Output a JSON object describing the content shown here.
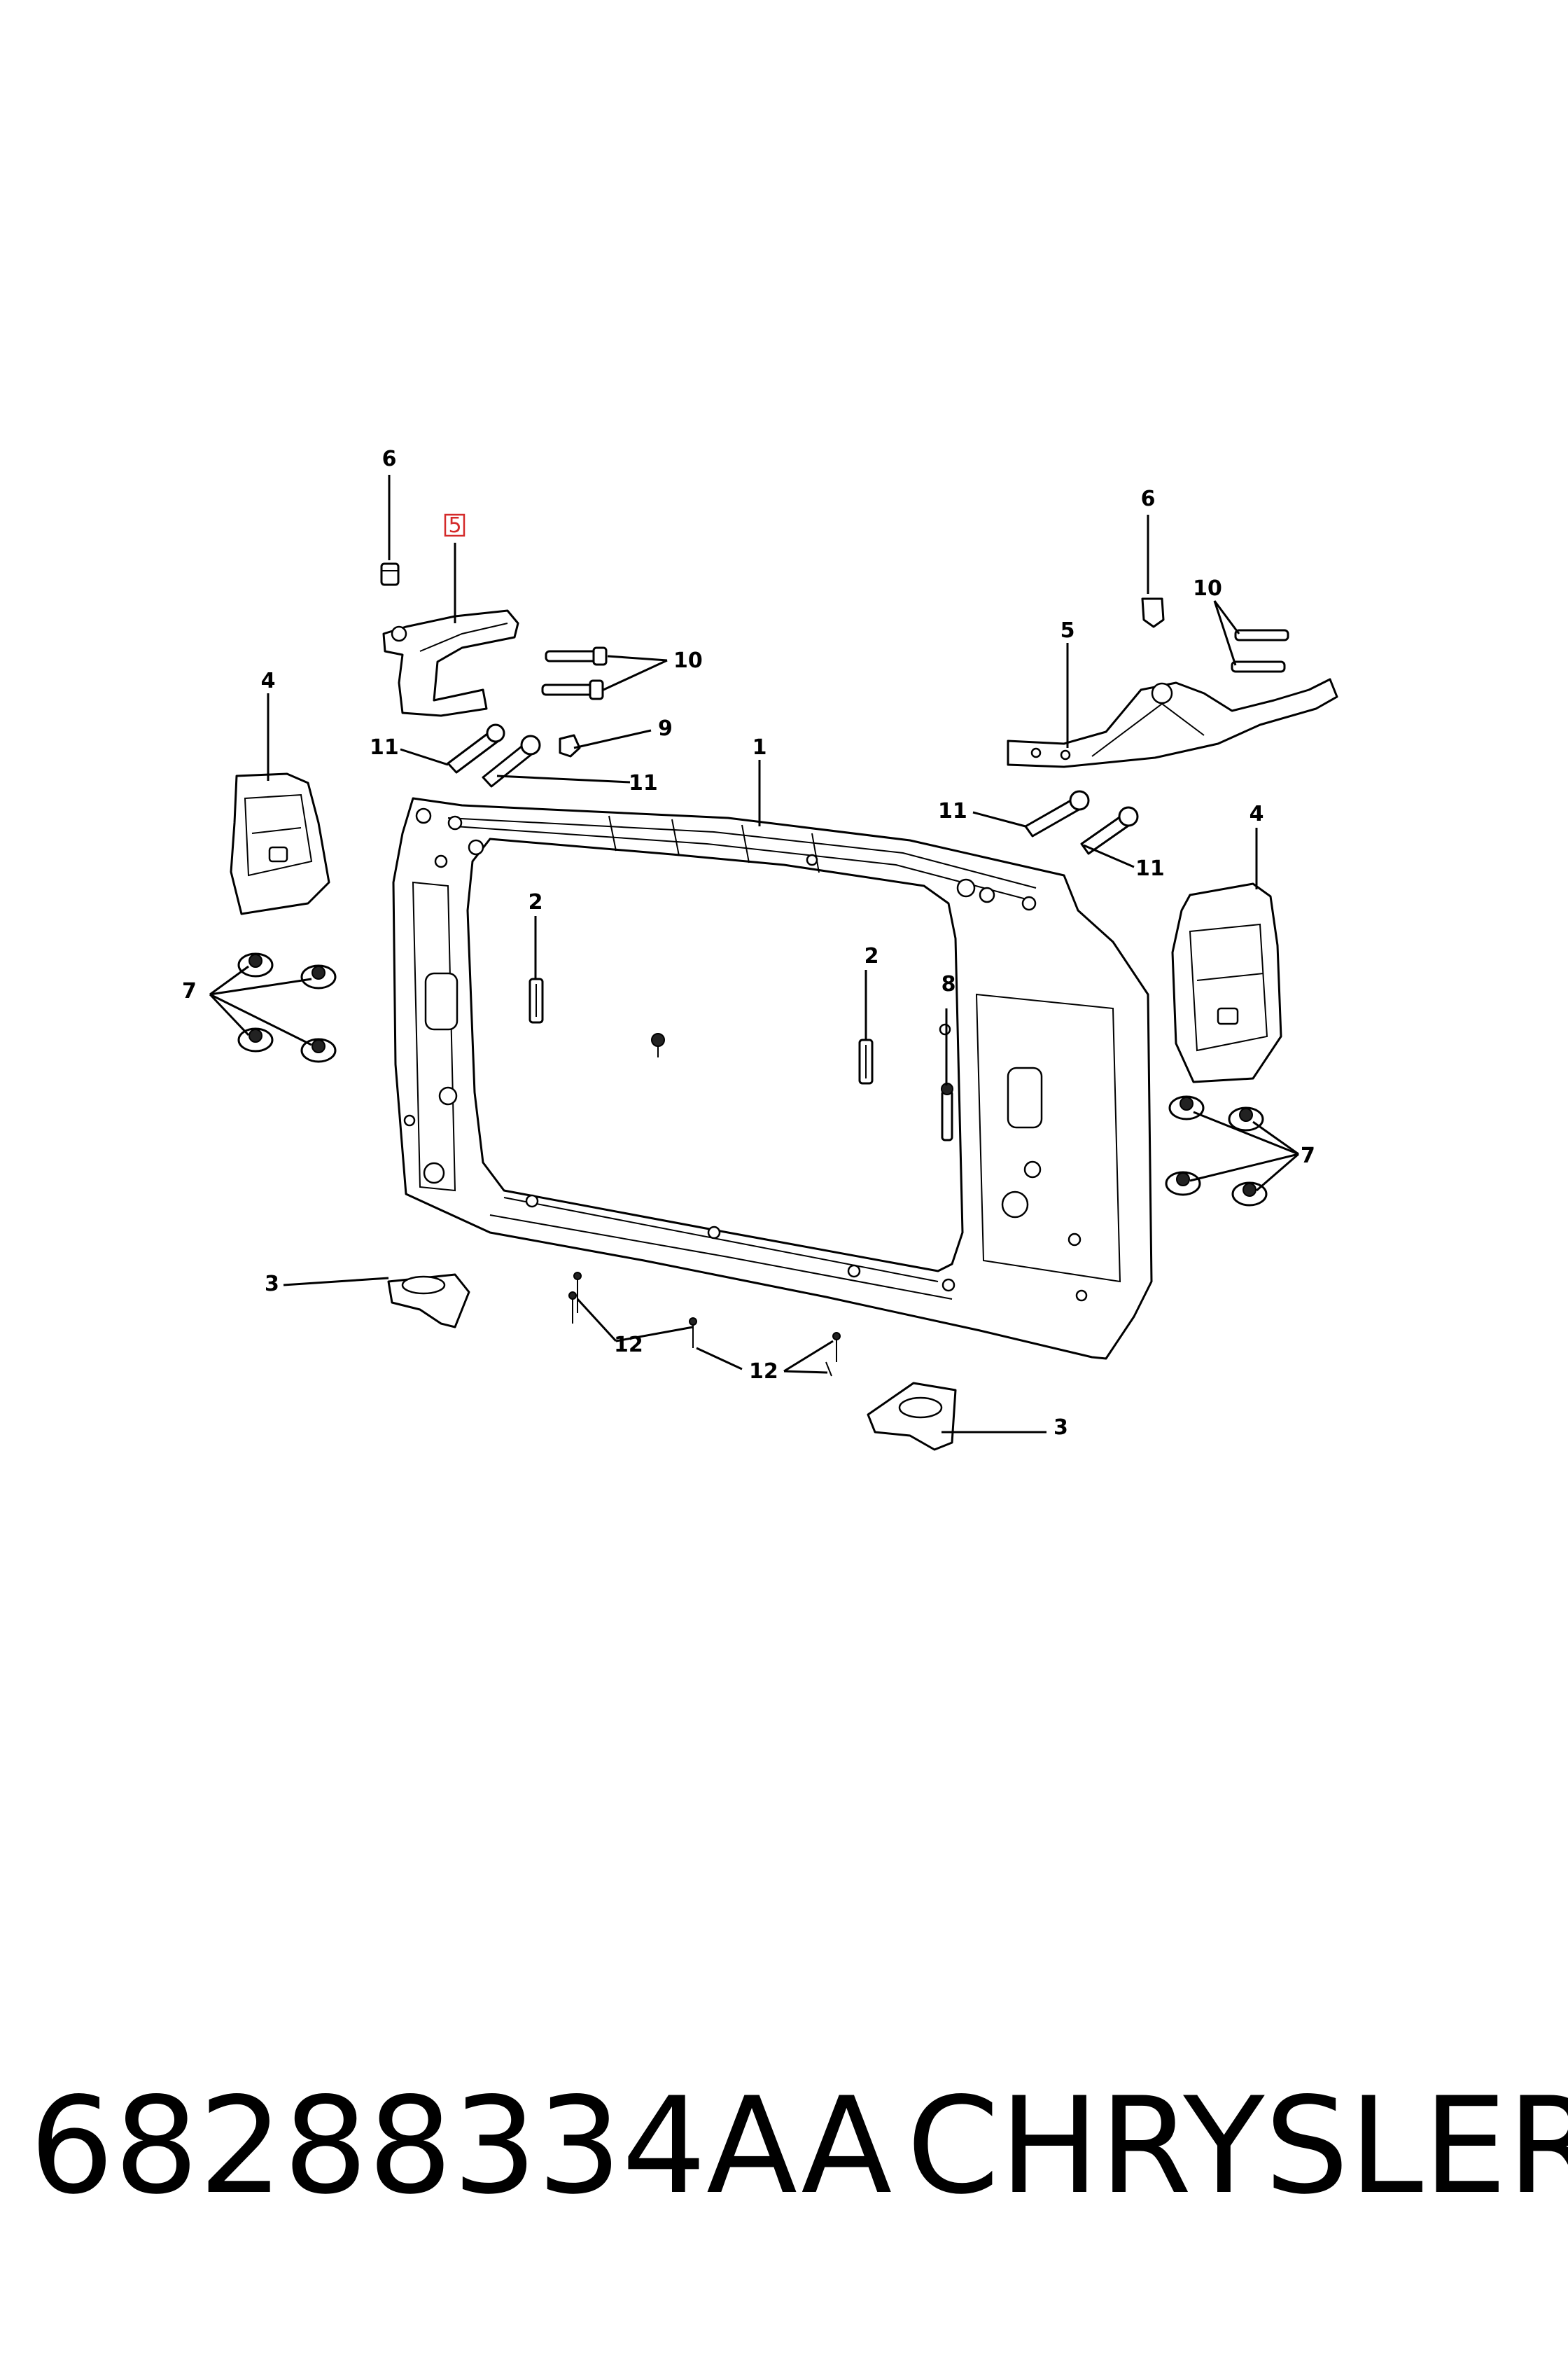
{
  "callouts": {
    "c1": "1",
    "c2a": "2",
    "c2b": "2",
    "c3a": "3",
    "c3b": "3",
    "c4a": "4",
    "c4b": "4",
    "c5a": "5",
    "c5b": "5",
    "c6a": "6",
    "c6b": "6",
    "c7a": "7",
    "c7b": "7",
    "c8": "8",
    "c9": "9",
    "c10a": "10",
    "c10b": "10",
    "c11a": "11",
    "c11b": "11",
    "c11c": "11",
    "c11d": "11",
    "c12a": "12",
    "c12b": "12"
  },
  "highlighted_callout": "5",
  "highlight_color": "#d42a2a",
  "caption": {
    "part_number": "68288334AA",
    "brand": "CHRYSLER"
  }
}
